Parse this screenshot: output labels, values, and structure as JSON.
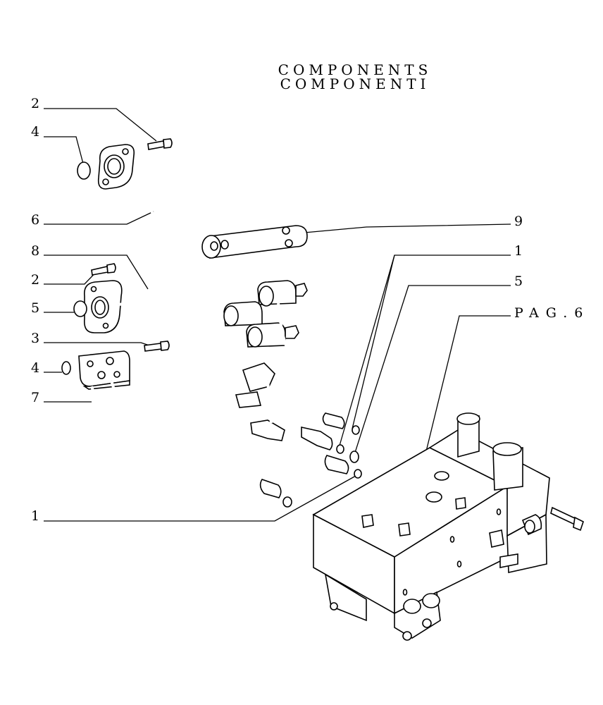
{
  "title": {
    "line1": "COMPONENTS",
    "line2": "COMPONENTI"
  },
  "callouts": [
    {
      "id": "c2a",
      "label": "2"
    },
    {
      "id": "c4a",
      "label": "4"
    },
    {
      "id": "c6",
      "label": "6"
    },
    {
      "id": "c8",
      "label": "8"
    },
    {
      "id": "c2b",
      "label": "2"
    },
    {
      "id": "c5a",
      "label": "5"
    },
    {
      "id": "c3",
      "label": "3"
    },
    {
      "id": "c4b",
      "label": "4"
    },
    {
      "id": "c7",
      "label": "7"
    },
    {
      "id": "c1a",
      "label": "1"
    },
    {
      "id": "c9",
      "label": "9"
    },
    {
      "id": "c1b",
      "label": "1"
    },
    {
      "id": "c5b",
      "label": "5"
    },
    {
      "id": "cpag",
      "label": "PAG.6"
    }
  ]
}
